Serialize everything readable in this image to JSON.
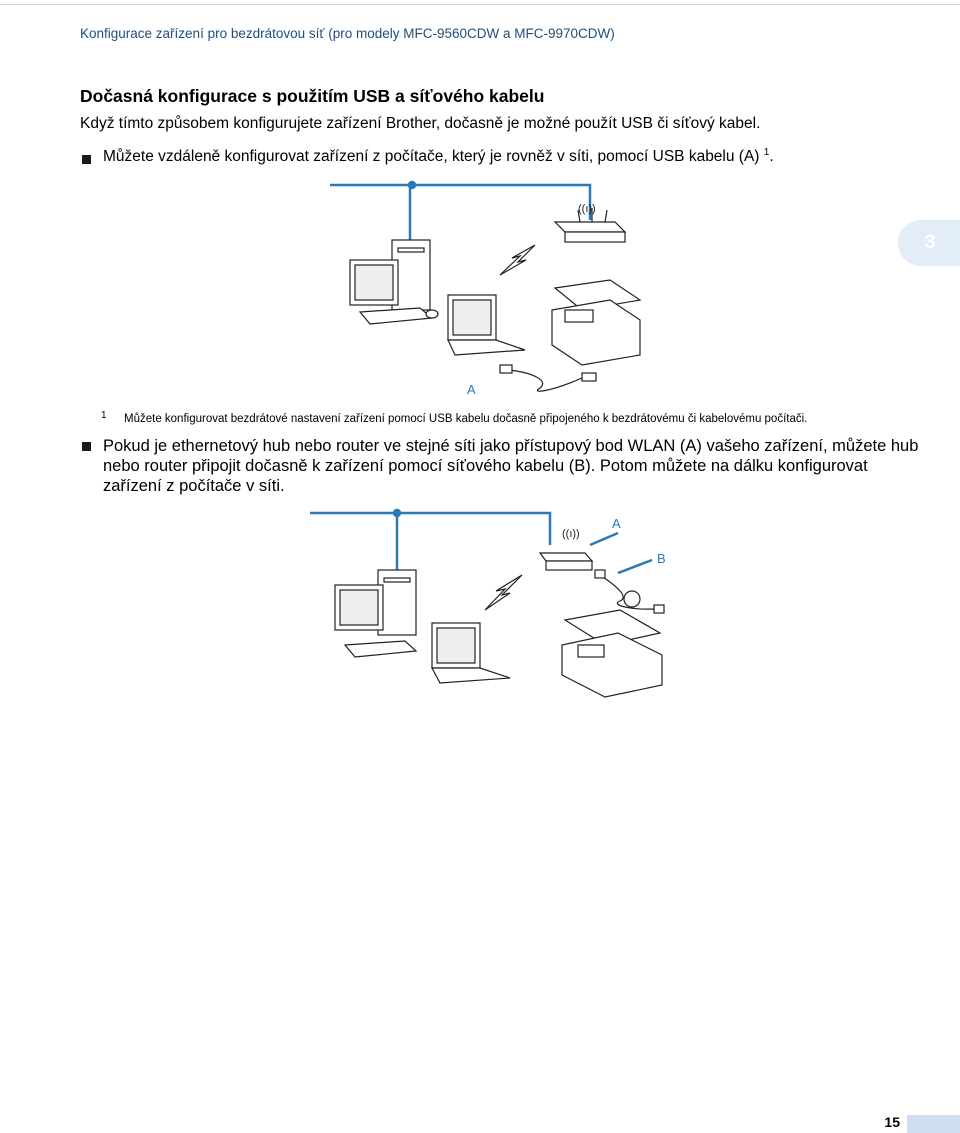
{
  "header": {
    "title": "Konfigurace zařízení pro bezdrátovou síť (pro modely MFC-9560CDW a MFC-9970CDW)"
  },
  "section": {
    "title": "Dočasná konfigurace s použitím USB a síťového kabelu",
    "intro": "Když tímto způsobem konfigurujete zařízení Brother, dočasně je možné použít USB či síťový kabel."
  },
  "bullets": [
    {
      "text": "Můžete vzdáleně konfigurovat zařízení z počítače, který je rovněž v síti, pomocí USB kabelu (A) ",
      "footnote_ref": "1",
      "after": "."
    },
    {
      "text": "Pokud je ethernetový hub nebo router ve stejné síti jako přístupový bod WLAN (A) vašeho zařízení, můžete hub nebo router připojit dočasně k zařízení pomocí síťového kabelu (B). Potom můžete na dálku konfigurovat zařízení z počítače v síti."
    }
  ],
  "footnote": {
    "number": "1",
    "text": "Můžete konfigurovat bezdrátové nastavení zařízení pomocí USB kabelu dočasně připojeného k bezdrátovému či kabelovému počítači."
  },
  "figure1": {
    "label_a": "A"
  },
  "figure2": {
    "label_a": "A",
    "label_b": "B"
  },
  "chapter_tab": {
    "number": "3"
  },
  "page_number": "15",
  "colors": {
    "accent": "#2a7ab8",
    "tab": "#e3edf7",
    "page_bar": "#cfdff0"
  }
}
